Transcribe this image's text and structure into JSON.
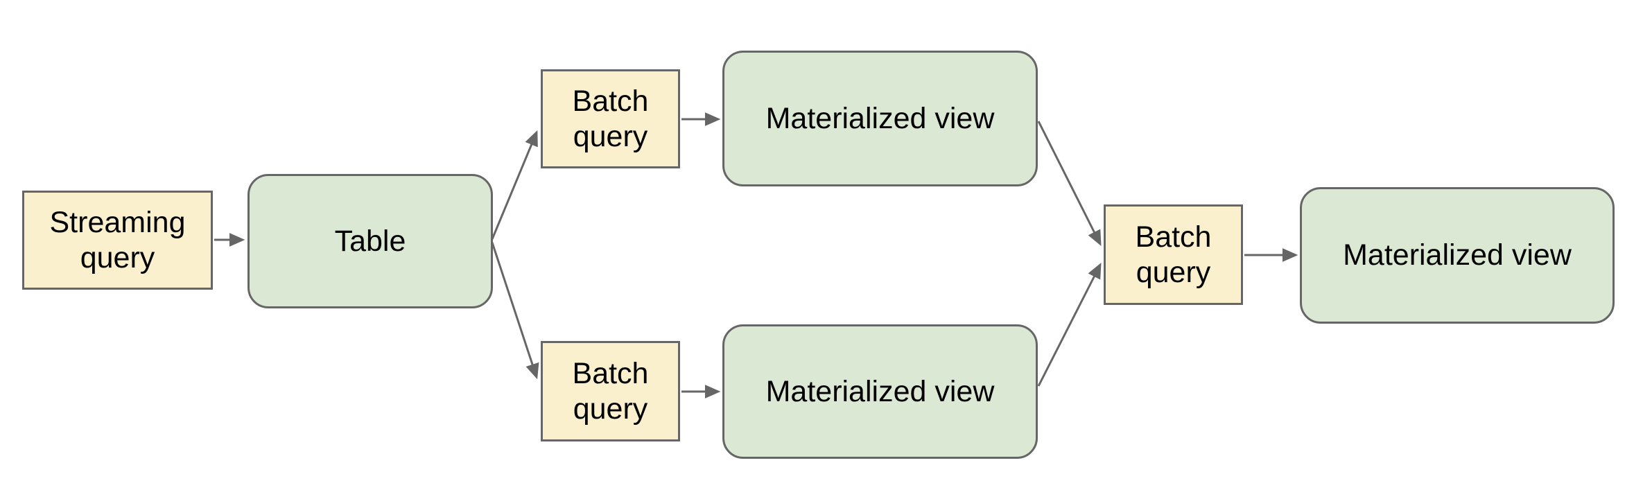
{
  "colors": {
    "background": "#ffffff",
    "query_fill": "#faf0ce",
    "view_fill": "#dbe8d4",
    "node_border": "#666666",
    "connector": "#666666",
    "label_text": "#000000"
  },
  "diagram": {
    "nodes": [
      {
        "id": "streaming-query",
        "label": "Streaming query"
      },
      {
        "id": "table",
        "label": "Table"
      },
      {
        "id": "batch-query-top",
        "label": "Batch query"
      },
      {
        "id": "materialized-view-top",
        "label": "Materialized view"
      },
      {
        "id": "batch-query-bottom",
        "label": "Batch query"
      },
      {
        "id": "materialized-view-bottom",
        "label": "Materialized view"
      },
      {
        "id": "batch-query-right",
        "label": "Batch query"
      },
      {
        "id": "materialized-view-right",
        "label": "Materialized view"
      }
    ],
    "edges": [
      {
        "from": "streaming-query",
        "to": "table"
      },
      {
        "from": "table",
        "to": "batch-query-top"
      },
      {
        "from": "table",
        "to": "batch-query-bottom"
      },
      {
        "from": "batch-query-top",
        "to": "materialized-view-top"
      },
      {
        "from": "batch-query-bottom",
        "to": "materialized-view-bottom"
      },
      {
        "from": "materialized-view-top",
        "to": "batch-query-right"
      },
      {
        "from": "materialized-view-bottom",
        "to": "batch-query-right"
      },
      {
        "from": "batch-query-right",
        "to": "materialized-view-right"
      }
    ]
  }
}
